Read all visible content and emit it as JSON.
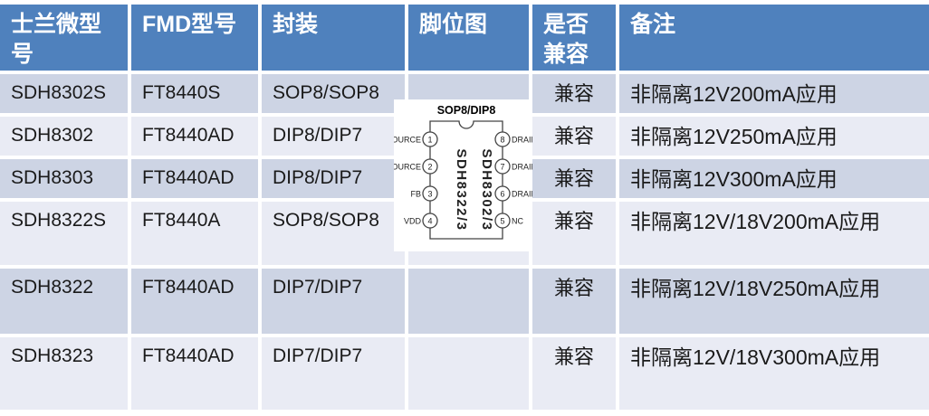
{
  "table": {
    "headers": [
      "士兰微型号",
      "FMD型号",
      "封装",
      "脚位图",
      "是否兼容",
      "备注"
    ],
    "rows": [
      {
        "silan": "SDH8302S",
        "fmd": "FT8440S",
        "package": "SOP8/SOP8",
        "compatible": "兼容",
        "remark": "非隔离12V200mA应用"
      },
      {
        "silan": "SDH8302",
        "fmd": "FT8440AD",
        "package": "DIP8/DIP7",
        "compatible": "兼容",
        "remark": "非隔离12V250mA应用"
      },
      {
        "silan": "SDH8303",
        "fmd": "FT8440AD",
        "package": "DIP8/DIP7",
        "compatible": "兼容",
        "remark": "非隔离12V300mA应用"
      },
      {
        "silan": "SDH8322S",
        "fmd": "FT8440A",
        "package": "SOP8/SOP8",
        "compatible": "兼容",
        "remark": "非隔离12V/18V200mA应用"
      },
      {
        "silan": "SDH8322",
        "fmd": "FT8440AD",
        "package": "DIP7/DIP7",
        "compatible": "兼容",
        "remark": "非隔离12V/18V250mA应用"
      },
      {
        "silan": "SDH8323",
        "fmd": "FT8440AD",
        "package": "DIP7/DIP7",
        "compatible": "兼容",
        "remark": "非隔离12V/18V300mA应用"
      }
    ]
  },
  "pin_diagram": {
    "title": "SOP8/DIP8",
    "chip_label_left": "SDH8322/3",
    "chip_label_right": "SDH8302/3",
    "left_pins": [
      {
        "name": "SOURCE",
        "num": "1"
      },
      {
        "name": "SOURCE",
        "num": "2"
      },
      {
        "name": "FB",
        "num": "3"
      },
      {
        "name": "VDD",
        "num": "4"
      }
    ],
    "right_pins": [
      {
        "name": "DRAIN",
        "num": "8"
      },
      {
        "name": "DRAIN",
        "num": "7"
      },
      {
        "name": "DRAIN",
        "num": "6"
      },
      {
        "name": "NC",
        "num": "5"
      }
    ]
  },
  "colors": {
    "header_bg": "#4f81bd",
    "header_text": "#ffffff",
    "row_band_dark": "#cdd4e4",
    "row_band_light": "#e9ebf4",
    "text": "#1a1a1a"
  }
}
